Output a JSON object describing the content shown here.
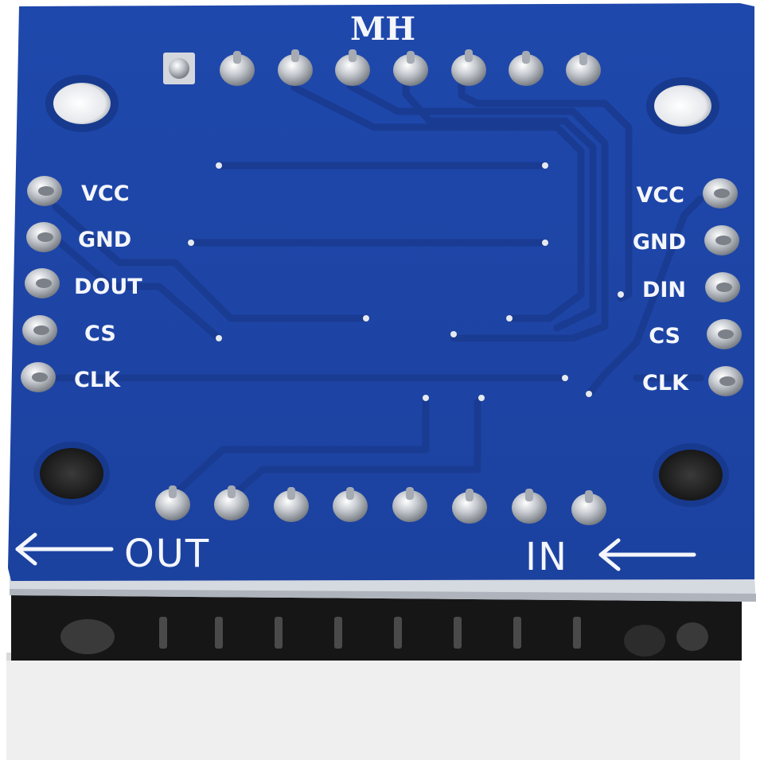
{
  "board": {
    "brand": "MH",
    "left_labels": [
      "VCC",
      "GND",
      "DOUT",
      "CS",
      "CLK"
    ],
    "right_labels": [
      "VCC",
      "GND",
      "DIN",
      "CS",
      "CLK"
    ],
    "out_label": "OUT",
    "in_label": "IN"
  },
  "colors": {
    "pcb": "#1f47a8",
    "trace": "#1a3d95",
    "pad": "#c9ccd2",
    "edge": "#d7dbe3",
    "matrix_body": "#1a1a1a",
    "matrix_housing": "#ececec"
  }
}
